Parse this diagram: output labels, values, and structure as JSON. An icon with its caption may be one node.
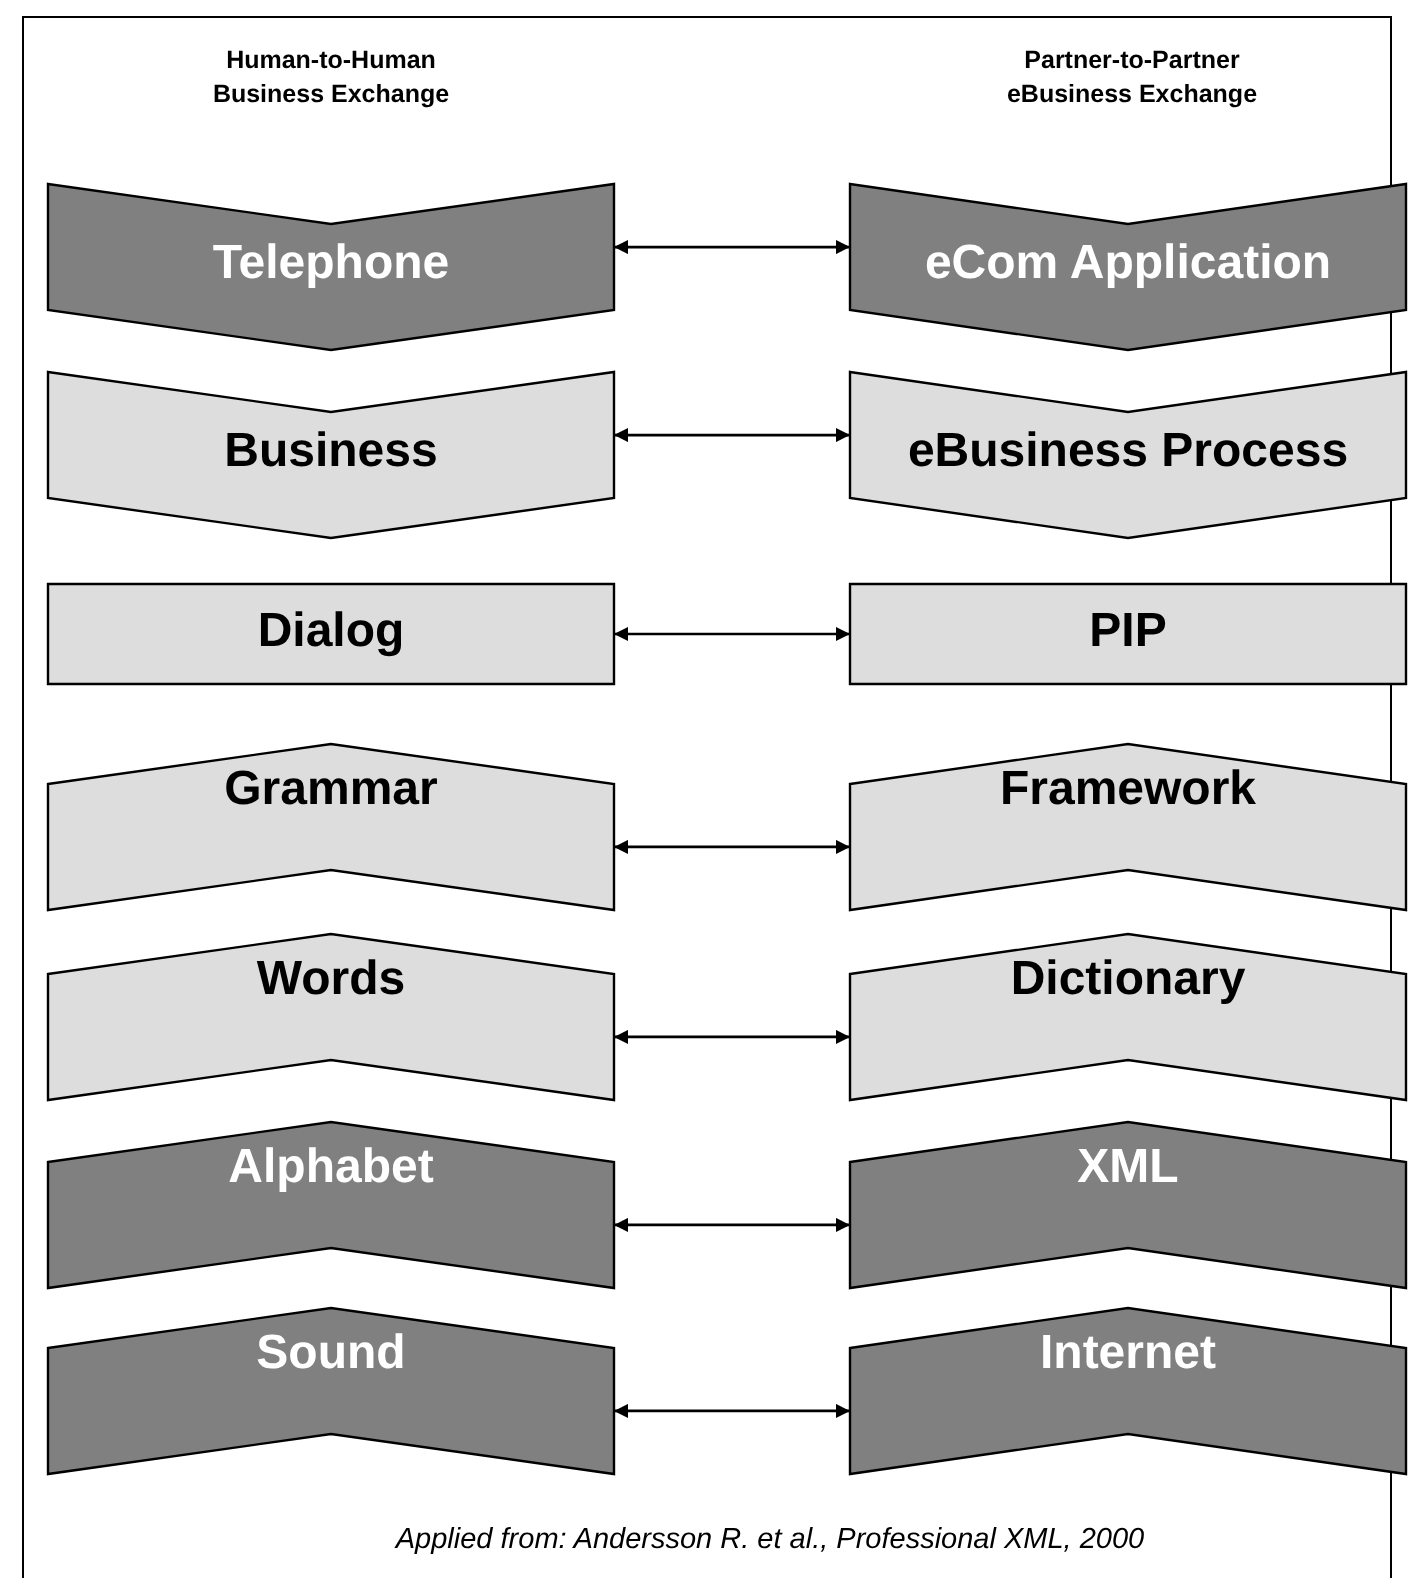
{
  "diagram": {
    "caption": "Applied from: Andersson R. et al., Professional XML, 2000",
    "nodes": [
      {
        "text": [
          "Telephone"
        ]
      },
      {
        "text": [
          "eCom Application"
        ]
      },
      {
        "text": [
          "Business"
        ]
      },
      {
        "text": [
          "eBusiness Process"
        ]
      },
      {
        "text": [
          "Dialog"
        ]
      },
      {
        "text": [
          "PIP"
        ]
      },
      {
        "text": [
          "Grammar"
        ]
      },
      {
        "text": [
          "Framework"
        ]
      },
      {
        "text": [
          "Words"
        ]
      },
      {
        "text": [
          "Dictionary"
        ]
      },
      {
        "text": [
          "Alphabet"
        ]
      },
      {
        "text": [
          "XML"
        ]
      },
      {
        "text": [
          "Sound"
        ]
      },
      {
        "text": [
          "Internet"
        ]
      }
    ],
    "edges": [
      {
        "from": 0,
        "to": 1,
        "arrow": "both"
      },
      {
        "from": 2,
        "to": 3,
        "arrow": "both"
      },
      {
        "from": 4,
        "to": 5,
        "arrow": "both"
      },
      {
        "from": 6,
        "to": 7,
        "arrow": "both"
      },
      {
        "from": 8,
        "to": 9,
        "arrow": "both"
      },
      {
        "from": 10,
        "to": 11,
        "arrow": "both"
      },
      {
        "from": 12,
        "to": 13,
        "arrow": "both"
      }
    ],
    "labels": [
      "Human-to-Human Business Exchange",
      "Partner-to-Partner eBusiness Exchange"
    ]
  }
}
